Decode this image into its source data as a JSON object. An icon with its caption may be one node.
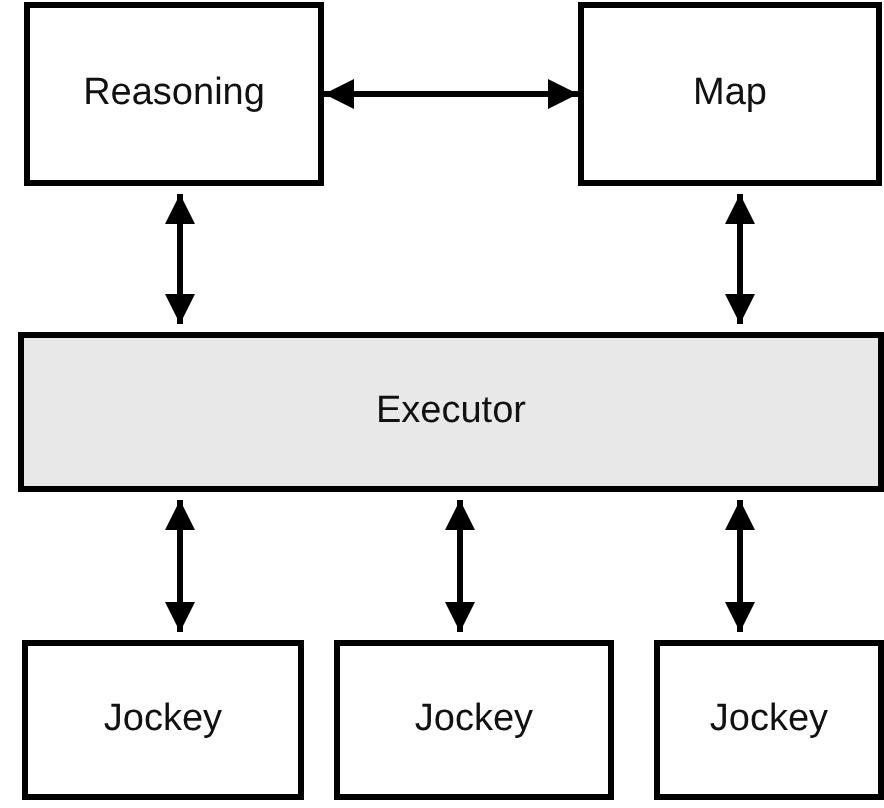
{
  "diagram": {
    "nodes": [
      {
        "text": [
          "Reasoning"
        ]
      },
      {
        "text": [
          "Map"
        ]
      },
      {
        "text": [
          "Executor"
        ]
      },
      {
        "text": [
          "Jockey"
        ]
      },
      {
        "text": [
          "Jockey"
        ]
      },
      {
        "text": [
          "Jockey"
        ]
      }
    ],
    "edges": [
      {
        "from": 0,
        "to": 1,
        "arrow": "both"
      },
      {
        "from": 0,
        "to": 2,
        "arrow": "both"
      },
      {
        "from": 1,
        "to": 2,
        "arrow": "both"
      },
      {
        "from": 2,
        "to": 3,
        "arrow": "both"
      },
      {
        "from": 2,
        "to": 4,
        "arrow": "both"
      },
      {
        "from": 2,
        "to": 5,
        "arrow": "both"
      }
    ]
  }
}
